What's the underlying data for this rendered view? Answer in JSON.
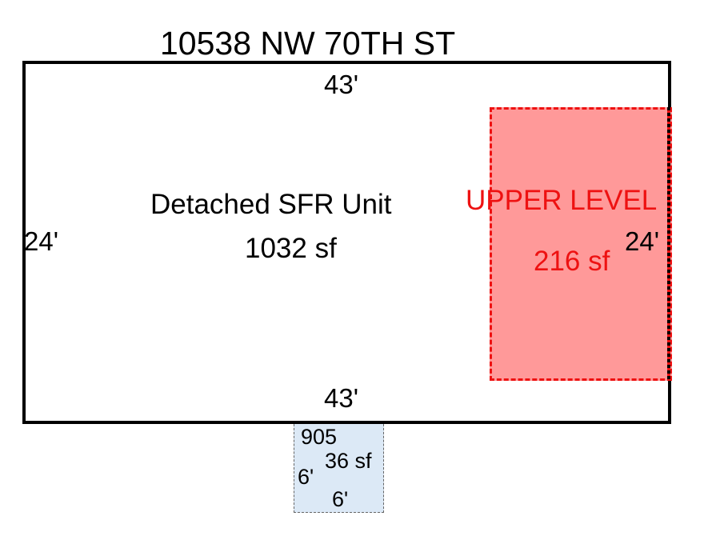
{
  "title": "10538 NW 70TH ST",
  "main_area": {
    "label": "Detached SFR Unit",
    "area": "1032 sf",
    "top_dim": "43'",
    "bottom_dim": "43'",
    "left_dim": "24'",
    "right_dim": "24'"
  },
  "upper_level": {
    "label": "UPPER LEVEL",
    "area": "216 sf",
    "color": "#ee1111",
    "fill": "#ff9999"
  },
  "small_area": {
    "code": "905",
    "area": "36 sf",
    "left_dim": "6'",
    "bottom_dim": "6'",
    "fill": "#dce9f6"
  }
}
